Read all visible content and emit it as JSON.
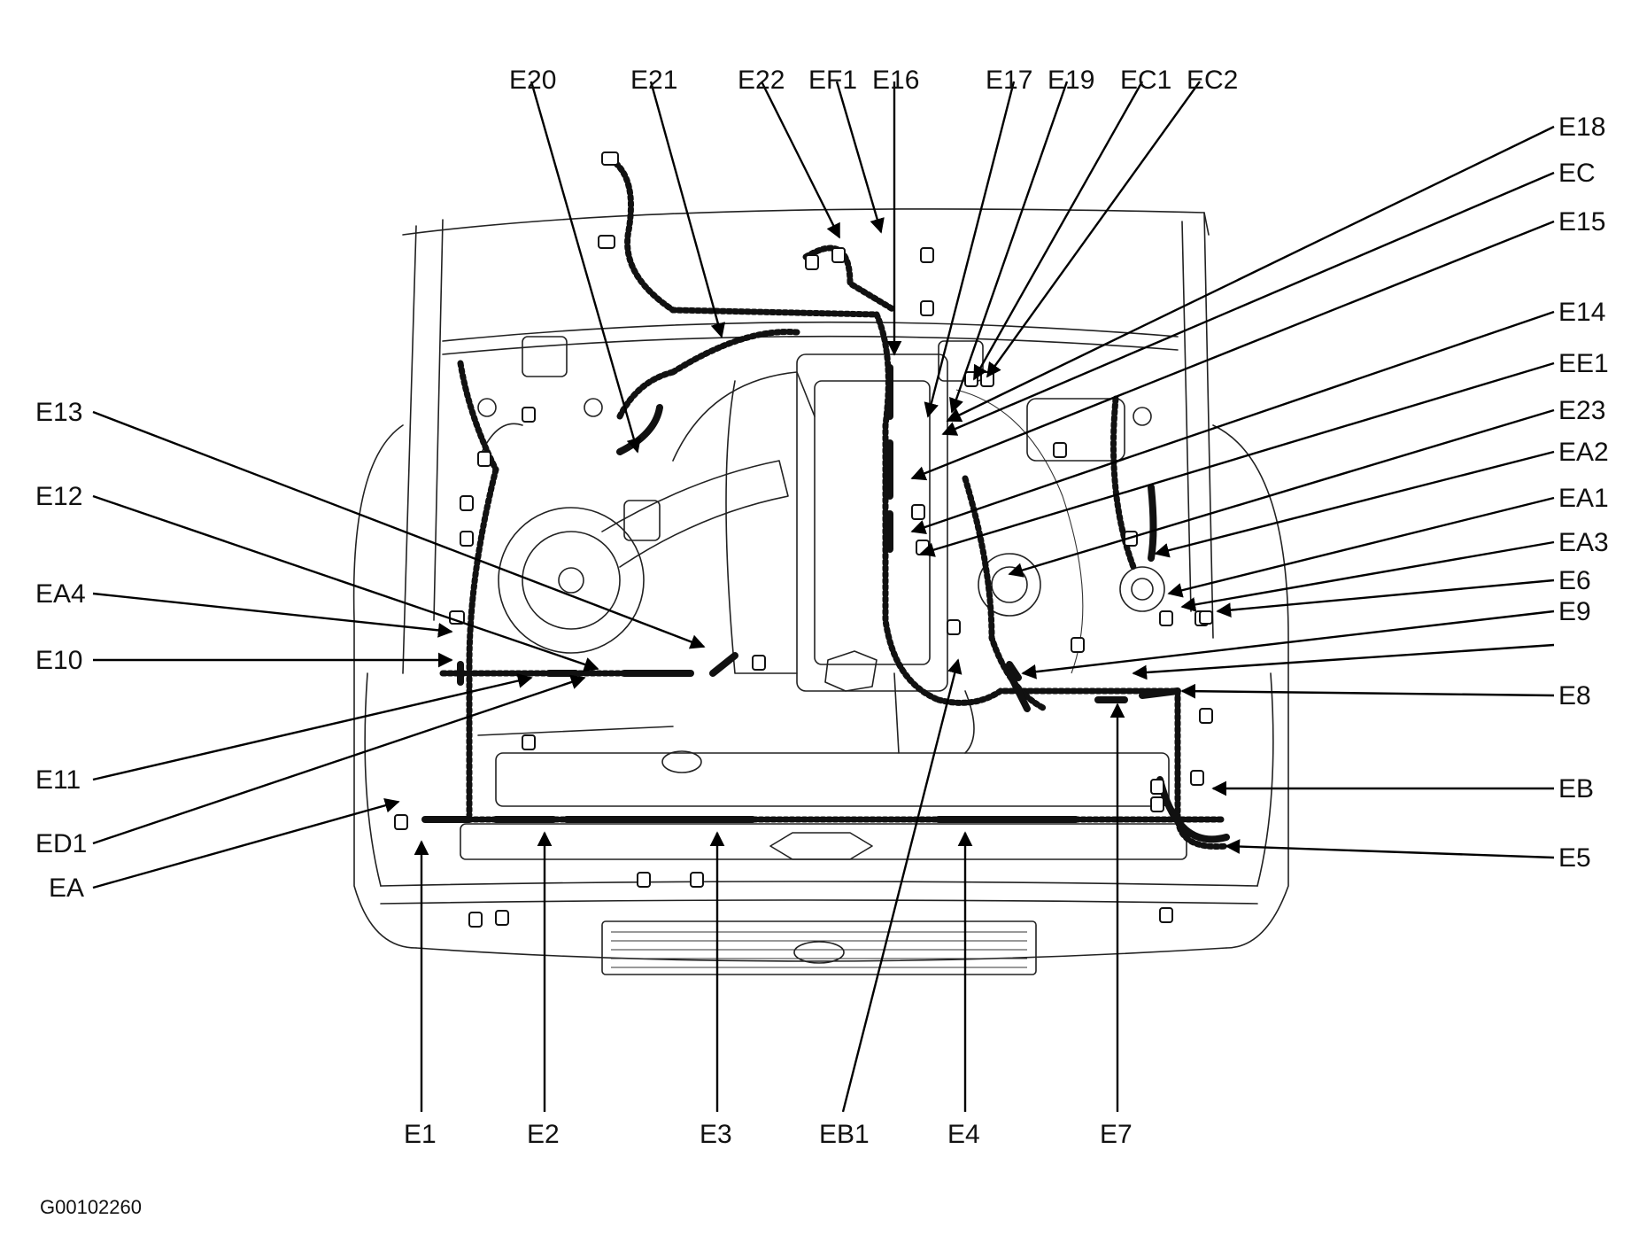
{
  "figure_code": "G00102260",
  "labels": {
    "E20": "E20",
    "E21": "E21",
    "E22": "E22",
    "EF1": "EF1",
    "E16": "E16",
    "E17": "E17",
    "E19": "E19",
    "EC1": "EC1",
    "EC2": "EC2",
    "E18": "E18",
    "EC": "EC",
    "E15": "E15",
    "E14": "E14",
    "EE1": "EE1",
    "E23": "E23",
    "EA2": "EA2",
    "EA1": "EA1",
    "EA3": "EA3",
    "E6": "E6",
    "E9": "E9",
    "E8": "E8",
    "EB": "EB",
    "E5": "E5",
    "E13": "E13",
    "E12": "E12",
    "EA4": "EA4",
    "E10": "E10",
    "E11": "E11",
    "ED1": "ED1",
    "EA": "EA",
    "E1": "E1",
    "E2": "E2",
    "E3": "E3",
    "EB1": "EB1",
    "E4": "E4",
    "E7": "E7"
  }
}
